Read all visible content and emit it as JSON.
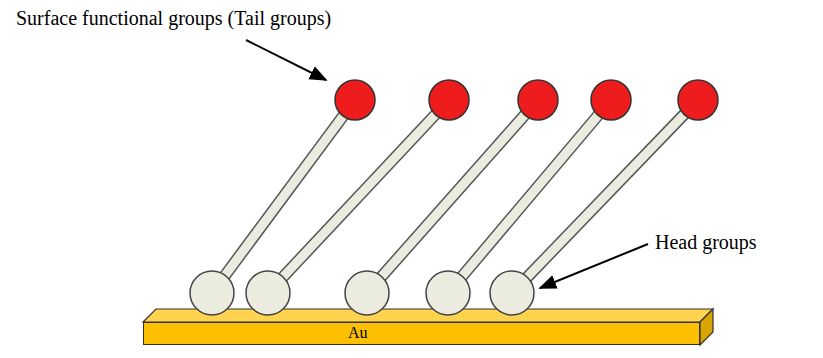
{
  "diagram": {
    "nodes": [
      {
        "text": [
          "Au"
        ]
      }
    ],
    "labels": [
      "Surface functional groups (Tail groups)",
      "Head groups"
    ]
  }
}
